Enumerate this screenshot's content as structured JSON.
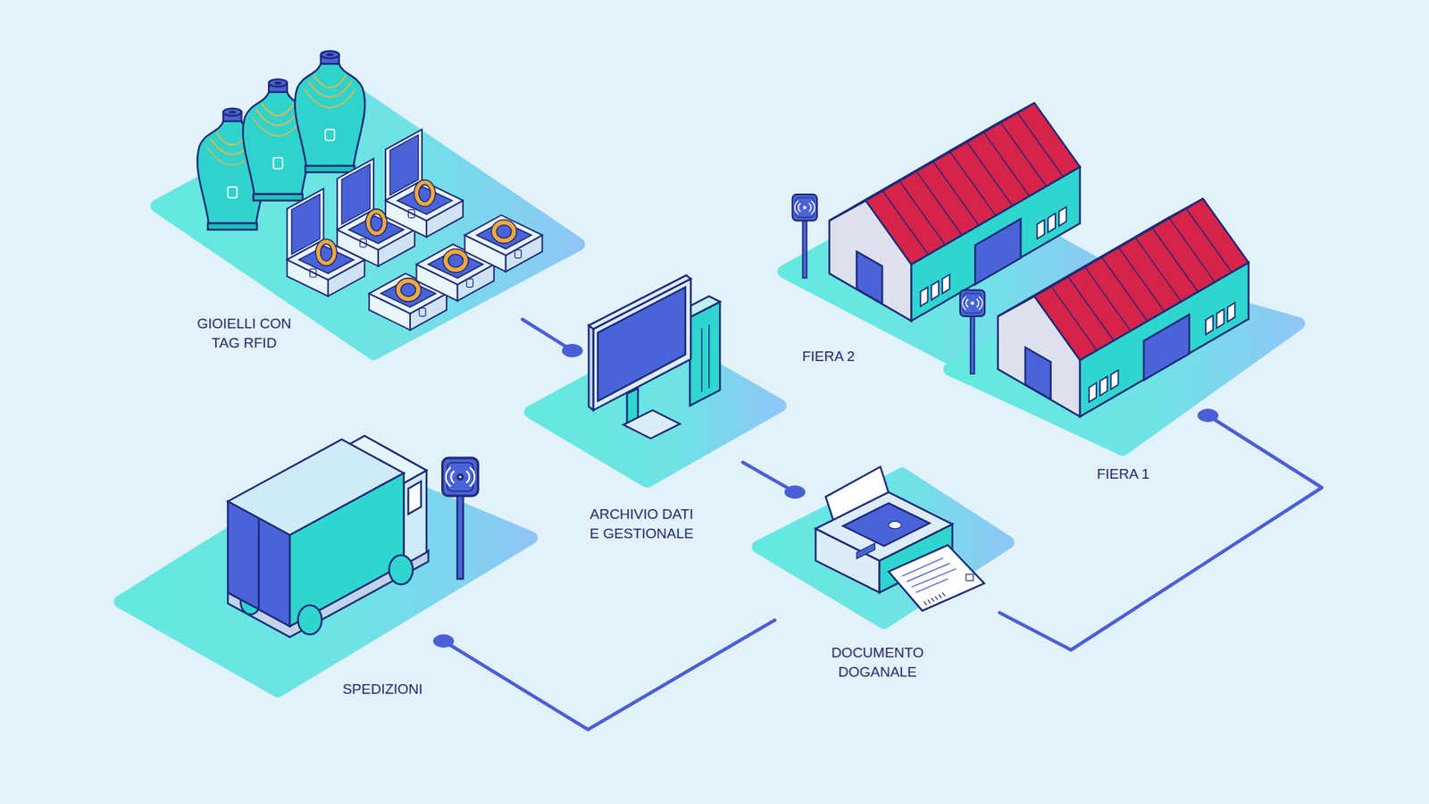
{
  "diagram": {
    "nodes": [
      {
        "text": [
          "GIOIELLI CON TAG RFID"
        ]
      },
      {
        "text": [
          "FIERA 2"
        ]
      },
      {
        "text": [
          "FIERA 1"
        ]
      },
      {
        "text": [
          "ARCHIVIO DATI E GESTIONALE"
        ]
      },
      {
        "text": [
          "DOCUMENTO DOGANALE"
        ]
      },
      {
        "text": [
          "SPEDIZIONI"
        ]
      }
    ],
    "edges": [
      {
        "from": 0,
        "to": 3,
        "arrow": "none"
      },
      {
        "from": 3,
        "to": 4,
        "arrow": "none"
      },
      {
        "from": 2,
        "to": 4,
        "arrow": "none"
      },
      {
        "from": 4,
        "to": 5,
        "arrow": "none"
      }
    ]
  }
}
